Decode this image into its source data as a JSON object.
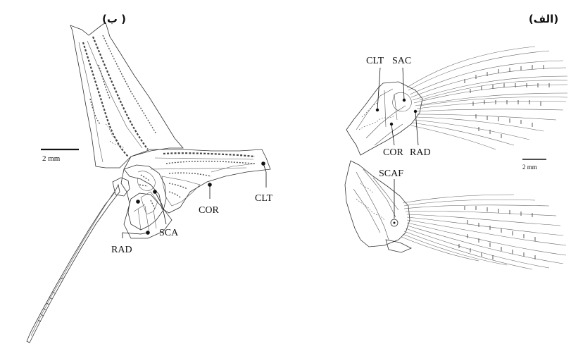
{
  "panels": {
    "left": {
      "title": "(ب )",
      "scale_bar": "2 mm",
      "labels": {
        "clt": "CLT",
        "cor": "COR",
        "sca": "SCA",
        "rad": "RAD"
      }
    },
    "right": {
      "title": "(الف)",
      "scale_bar": "2 mm",
      "labels": {
        "clt": "CLT",
        "sac": "SAC",
        "cor": "COR",
        "rad": "RAD",
        "scaf": "SCAF"
      }
    }
  }
}
